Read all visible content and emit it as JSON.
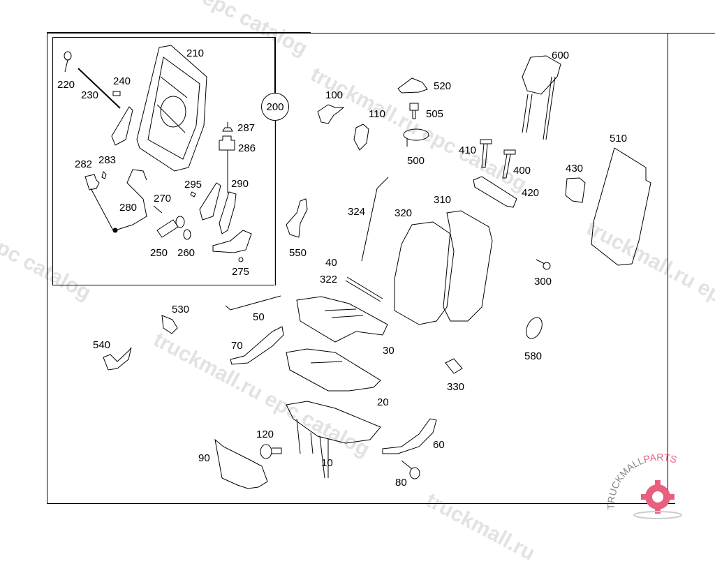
{
  "diagram": {
    "group_callout": "200",
    "inset_labels": [
      "210",
      "220",
      "230",
      "240",
      "282",
      "283",
      "280",
      "270",
      "250",
      "260",
      "295",
      "290",
      "287",
      "286",
      "275"
    ],
    "main_labels": [
      "100",
      "110",
      "520",
      "505",
      "500",
      "600",
      "410",
      "400",
      "420",
      "430",
      "510",
      "324",
      "320",
      "310",
      "550",
      "40",
      "322",
      "300",
      "530",
      "50",
      "70",
      "540",
      "30",
      "330",
      "580",
      "20",
      "120",
      "90",
      "10",
      "60",
      "80"
    ]
  },
  "labels": {
    "l210": "210",
    "l220": "220",
    "l230": "230",
    "l240": "240",
    "l282": "282",
    "l283": "283",
    "l280": "280",
    "l270": "270",
    "l250": "250",
    "l260": "260",
    "l295": "295",
    "l290": "290",
    "l287": "287",
    "l286": "286",
    "l275": "275",
    "l200": "200",
    "l100": "100",
    "l110": "110",
    "l520": "520",
    "l505": "505",
    "l500": "500",
    "l600": "600",
    "l410": "410",
    "l400": "400",
    "l420": "420",
    "l430": "430",
    "l510": "510",
    "l324": "324",
    "l320": "320",
    "l310": "310",
    "l550": "550",
    "l40": "40",
    "l322": "322",
    "l300": "300",
    "l530": "530",
    "l50": "50",
    "l70": "70",
    "l540": "540",
    "l30": "30",
    "l330": "330",
    "l580": "580",
    "l20": "20",
    "l120": "120",
    "l90": "90",
    "l10": "10",
    "l60": "60",
    "l80": "80"
  },
  "watermark": {
    "text1": "truckmall.ru epc catalog",
    "text2": "epc catalog",
    "text3": "truckmall.ru",
    "logo_text_gray": "TRUCKMALL",
    "logo_text_pink": "PARTS",
    "logo_color": "#e8607e",
    "logo_gray": "#888888"
  }
}
